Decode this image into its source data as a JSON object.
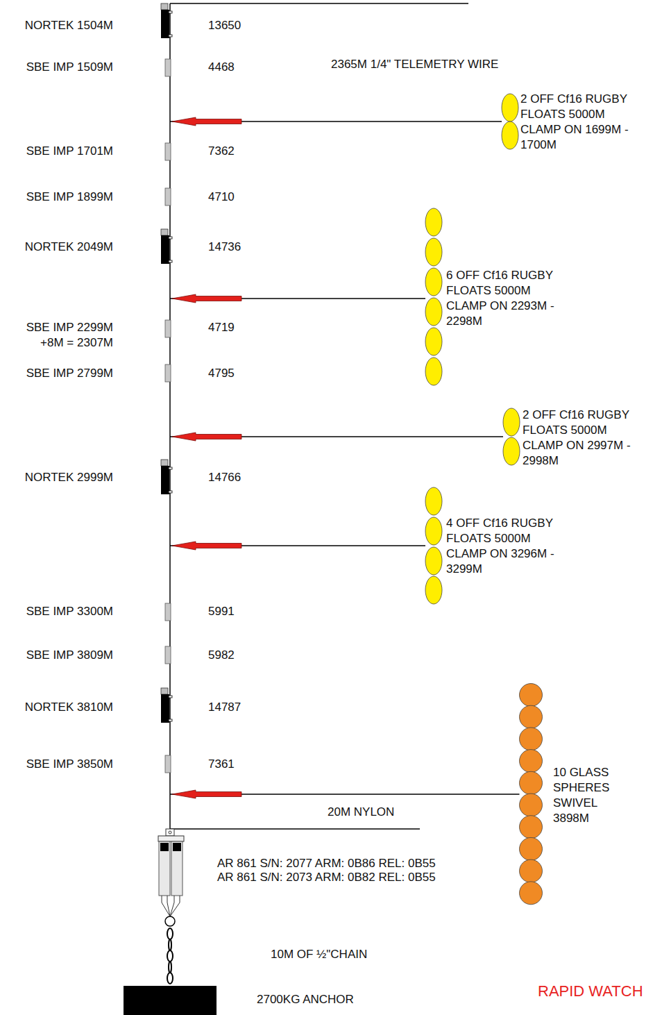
{
  "diagram": {
    "nodes": [
      {
        "text": [
          "NORTEK 1504M",
          "13650"
        ]
      },
      {
        "text": [
          "SBE IMP 1509M",
          "4468"
        ]
      },
      {
        "text": [
          "2 OFF Cf16 RUGBY FLOATS 5000M CLAMP ON 1699M - 1700M"
        ]
      },
      {
        "text": [
          "SBE IMP 1701M",
          "7362"
        ]
      },
      {
        "text": [
          "SBE IMP 1899M",
          "4710"
        ]
      },
      {
        "text": [
          "NORTEK 2049M",
          "14736"
        ]
      },
      {
        "text": [
          "6 OFF Cf16 RUGBY FLOATS 5000M CLAMP ON 2293M - 2298M"
        ]
      },
      {
        "text": [
          "SBE IMP 2299M +8M = 2307M",
          "4719"
        ]
      },
      {
        "text": [
          "SBE IMP 2799M",
          "4795"
        ]
      },
      {
        "text": [
          "2 OFF Cf16 RUGBY FLOATS 5000M CLAMP ON 2997M - 2998M"
        ]
      },
      {
        "text": [
          "NORTEK 2999M",
          "14766"
        ]
      },
      {
        "text": [
          "4 OFF Cf16 RUGBY FLOATS 5000M CLAMP ON 3296M - 3299M"
        ]
      },
      {
        "text": [
          "SBE IMP 3300M",
          "5991"
        ]
      },
      {
        "text": [
          "SBE IMP 3809M",
          "5982"
        ]
      },
      {
        "text": [
          "NORTEK 3810M",
          "14787"
        ]
      },
      {
        "text": [
          "SBE IMP 3850M",
          "7361"
        ]
      },
      {
        "text": [
          "10 GLASS SPHERES SWIVEL 3898M"
        ]
      },
      {
        "text": [
          "AR 861 S/N: 2077 ARM: 0B86 REL: 0B55",
          "AR 861 S/N: 2073 ARM: 0B82 REL: 0B55"
        ]
      },
      {
        "text": [
          "2700KG ANCHOR"
        ]
      }
    ],
    "labels": [
      "2365M 1/4\" TELEMETRY WIRE",
      "20M NYLON",
      "10M OF ½\"CHAIN",
      "RAPID WATCH"
    ]
  }
}
